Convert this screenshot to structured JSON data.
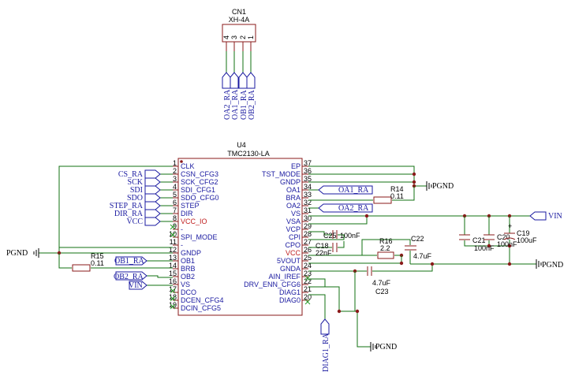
{
  "connector": {
    "ref": "CN1",
    "value": "XH-4A",
    "pins": [
      "4",
      "3",
      "2",
      "1"
    ],
    "nets": [
      "OA2_RA",
      "OA1_RA",
      "OB1_RA",
      "OB2_RA"
    ]
  },
  "ic": {
    "ref": "U4",
    "value": "TMC2130-LA",
    "left_pins": [
      {
        "num": "1",
        "name": "CLK",
        "red": false
      },
      {
        "num": "2",
        "name": "CSN_CFG3",
        "red": false
      },
      {
        "num": "3",
        "name": "SCK_CFG2",
        "red": false
      },
      {
        "num": "4",
        "name": "SDI_CFG1",
        "red": false
      },
      {
        "num": "5",
        "name": "SDO_CFG0",
        "red": false
      },
      {
        "num": "6",
        "name": "STEP",
        "red": false
      },
      {
        "num": "7",
        "name": "DIR",
        "red": false
      },
      {
        "num": "8",
        "name": "VCC_IO",
        "red": true
      },
      {
        "num": "9",
        "name": "-",
        "red": false
      },
      {
        "num": "10",
        "name": "SPI_MODE",
        "red": false
      },
      {
        "num": "11",
        "name": "-",
        "red": false
      },
      {
        "num": "12",
        "name": "GNDP",
        "red": false
      },
      {
        "num": "13",
        "name": "OB1",
        "red": false
      },
      {
        "num": "14",
        "name": "BRB",
        "red": false
      },
      {
        "num": "15",
        "name": "OB2",
        "red": false
      },
      {
        "num": "16",
        "name": "VS",
        "red": false
      },
      {
        "num": "17",
        "name": "DCO",
        "red": false
      },
      {
        "num": "18",
        "name": "DCEN_CFG4",
        "red": false
      },
      {
        "num": "19",
        "name": "DCIN_CFG5",
        "red": false
      }
    ],
    "right_pins": [
      {
        "num": "37",
        "name": "EP",
        "red": false
      },
      {
        "num": "36",
        "name": "TST_MODE",
        "red": false
      },
      {
        "num": "35",
        "name": "GNDP",
        "red": false
      },
      {
        "num": "34",
        "name": "OA1",
        "red": false
      },
      {
        "num": "33",
        "name": "BRA",
        "red": false
      },
      {
        "num": "32",
        "name": "OA2",
        "red": false
      },
      {
        "num": "31",
        "name": "VS",
        "red": false
      },
      {
        "num": "30",
        "name": "VSA",
        "red": false
      },
      {
        "num": "29",
        "name": "VCP",
        "red": false
      },
      {
        "num": "28",
        "name": "CPI",
        "red": false
      },
      {
        "num": "27",
        "name": "CPO",
        "red": false
      },
      {
        "num": "26",
        "name": "VCC",
        "red": true
      },
      {
        "num": "25",
        "name": "5VOUT",
        "red": false
      },
      {
        "num": "24",
        "name": "GNDA",
        "red": false
      },
      {
        "num": "23",
        "name": "AIN_IREF",
        "red": false
      },
      {
        "num": "22",
        "name": "DRV_ENN_CFG6",
        "red": false
      },
      {
        "num": "21",
        "name": "DIAG1",
        "red": false
      },
      {
        "num": "20",
        "name": "DIAG0",
        "red": false
      }
    ]
  },
  "left_nets": [
    "CS_RA",
    "SCK",
    "SDI",
    "SDO",
    "STEP_RA",
    "DIR_RA",
    "VCC"
  ],
  "nets": {
    "oa1": "OA1_RA",
    "oa2": "OA2_RA",
    "ob1": "OB1_RA",
    "ob2": "OB2_RA",
    "vin_left": "VIN",
    "vin_right": "VIN",
    "diag1": "DIAG1_RA"
  },
  "power": {
    "pgnd_left": "PGND",
    "pgnd_top": "PGND",
    "pgnd_right": "PGND",
    "pgnd_bottom": "PGND"
  },
  "parts": {
    "r14_ref": "R14",
    "r14_val": "0.11",
    "r15_ref": "R15",
    "r15_val": "0.11",
    "r16_ref": "R16",
    "r16_val": "2.2",
    "c18_ref": "C18",
    "c18_val": "22nF",
    "c25_ref": "C25",
    "c25_val": "100nF",
    "c22_ref": "C22",
    "c22_val": "4.7uF",
    "c23_ref": "C23",
    "c23_val": "4.7uF",
    "c19_ref": "C19",
    "c19_val": "100uF",
    "c20_ref": "C20",
    "c20_val": "100nF",
    "c21_ref": "C21",
    "c21_val": "100nF"
  }
}
